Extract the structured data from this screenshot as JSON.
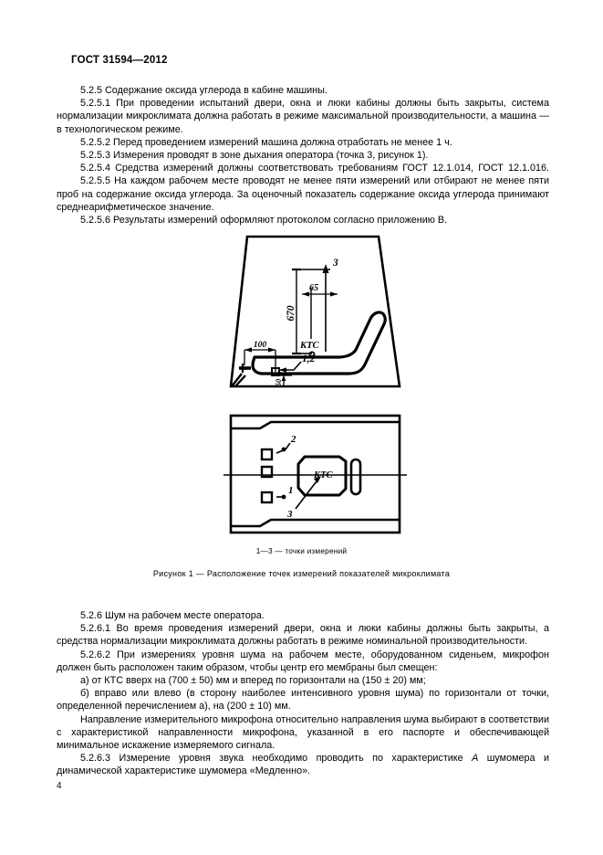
{
  "document": {
    "header": "ГОСТ 31594—2012",
    "page_number": "4"
  },
  "section_top": {
    "p1": "5.2.5  Содержание оксида углерода в кабине машины.",
    "p2": "5.2.5.1  При проведении испытаний двери, окна и люки кабины должны быть закрыты, система нормализации микроклимата должна работать в режиме максимальной производительности, а машина — в технологическом режиме.",
    "p3": "5.2.5.2  Перед проведением измерений машина должна отработать не менее 1 ч.",
    "p4": "5.2.5.3  Измерения проводят в зоне дыхания оператора (точка 3, рисунок 1).",
    "p5": "5.2.5.4  Средства измерений должны соответствовать требованиям ГОСТ 12.1.014, ГОСТ 12.1.016.",
    "p6": "5.2.5.5  На каждом рабочем месте проводят не менее пяти измерений или отбирают не менее пяти проб на содержание оксида углерода. За оценочный показатель содержание оксида углерода принимают среднеарифметическое значение.",
    "p7": "5.2.5.6  Результаты измерений оформляют протоколом согласно приложению В."
  },
  "figure": {
    "caption_sub": "1—3 — точки измерений",
    "caption_main": "Рисунок  1 — Расположение точек измерений показателей микроклимата",
    "side_view": {
      "dim_vertical": "670",
      "dim_horizontal": "65",
      "dim_lower_horizontal": "100",
      "dim_lower_vertical": "50",
      "label_ktc": "КТС",
      "point_3": "3",
      "point_12": "1,2"
    },
    "plan_view": {
      "label_ktc": "КТС",
      "point_1": "1",
      "point_2": "2",
      "point_3": "3"
    }
  },
  "section_bottom": {
    "p1": "5.2.6  Шум на рабочем месте оператора.",
    "p2": "5.2.6.1  Во время проведения измерений двери, окна и люки кабины должны быть закрыты, а средства нормализации микроклимата должны работать в режиме номинальной производительности.",
    "p3": "5.2.6.2  При измерениях уровня шума на рабочем месте, оборудованном сиденьем, микрофон должен быть расположен таким образом, чтобы центр его мембраны был смещен:",
    "p4": "а)  от КТС вверх на (700 ± 50) мм и вперед по горизонтали на (150 ± 20) мм;",
    "p5": "б)  вправо или влево (в сторону наиболее интенсивного уровня шума) по горизонтали от точки, определенной перечислением а), на (200 ± 10) мм.",
    "p6": "Направление измерительного микрофона относительно направления шума выбирают в соответствии с характеристикой направленности микрофона, указанной в его паспорте и обеспечивающей минимальное искажение измеряемого сигнала.",
    "p7_a": "5.2.6.3  Измерение уровня звука необходимо проводить по характеристике ",
    "p7_italic": "A",
    "p7_b": " шумомера и динамической характеристике шумомера «Медленно»."
  }
}
